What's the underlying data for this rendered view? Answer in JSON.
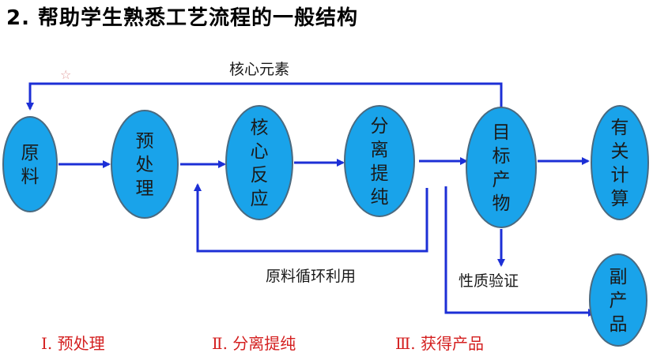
{
  "title": "2. 帮助学生熟悉工艺流程的一般结构",
  "colors": {
    "node_fill": "#19a3ea",
    "node_stroke": "#4a6a80",
    "arrow": "#1c2fd6",
    "stage_text": "#d42020"
  },
  "nodes": [
    {
      "id": "raw",
      "label": "原料"
    },
    {
      "id": "pre",
      "label": "预处理"
    },
    {
      "id": "core",
      "label": "核心反应"
    },
    {
      "id": "sep",
      "label": "分离提纯"
    },
    {
      "id": "target",
      "label": "目标产物"
    },
    {
      "id": "calc",
      "label": "有关计算"
    },
    {
      "id": "byprod",
      "label": "副产品"
    }
  ],
  "edge_labels": {
    "core_elements": "核心元素",
    "recycle": "原料循环利用",
    "verify": "性质验证"
  },
  "stages": [
    "Ⅰ. 预处理",
    "Ⅱ. 分离提纯",
    "Ⅲ. 获得产品"
  ]
}
